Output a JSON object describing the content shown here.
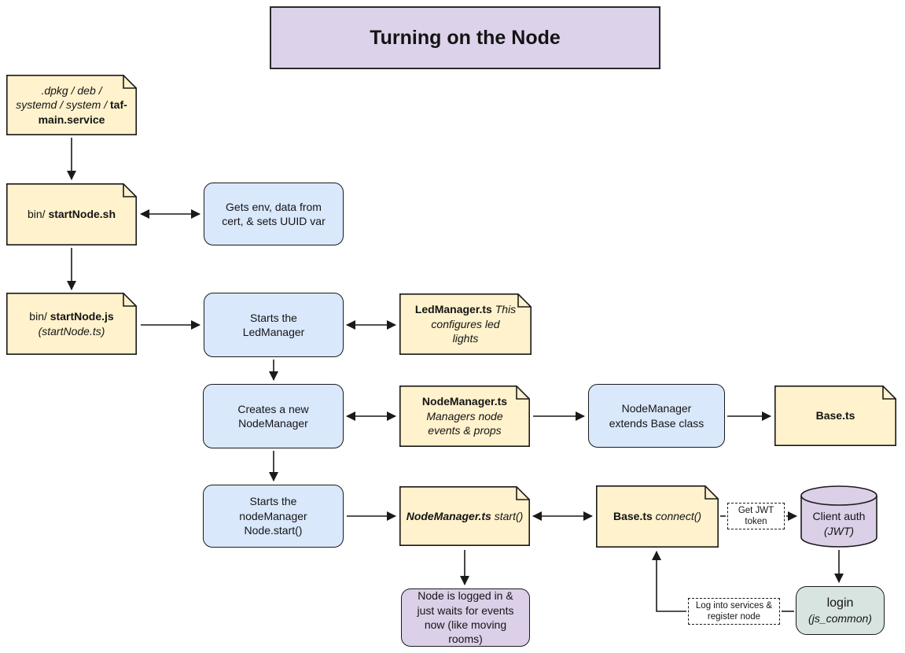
{
  "title": "Turning on the Node",
  "colors": {
    "note_fill": "#FFF2CC",
    "process_fill": "#DAE8FC",
    "title_fill": "#DCD3EA",
    "purple_fill": "#DCD0E8",
    "login_fill": "#D8E4E0",
    "stroke": "#1A1A1A"
  },
  "nodes": {
    "dpkg_note": {
      "path": ".dpkg / deb /\nsystemd / system /",
      "file": "taf-main.service"
    },
    "startnode_sh_note": {
      "dir": "bin/",
      "file": "startNode.sh"
    },
    "gets_env": {
      "text": "Gets env, data from\ncert, & sets UUID var"
    },
    "startnode_js_note": {
      "dir": "bin/",
      "file": "startNode.js",
      "alt": "(startNode.ts)"
    },
    "starts_ledmanager": {
      "text": "Starts the\nLedManager"
    },
    "ledmanager_note": {
      "file": "LedManager.ts",
      "desc": "This configures led\nlights"
    },
    "creates_nodemanager": {
      "text": "Creates a new\nNodeManager"
    },
    "nodemanager_note": {
      "file": "NodeManager.ts",
      "desc": "Managers node\nevents & props"
    },
    "nodemanager_extends": {
      "text": "NodeManager\nextends Base class"
    },
    "base_note": {
      "file": "Base.ts"
    },
    "starts_nodemanager": {
      "text": "Starts the\nnodeManager\nNode.start()"
    },
    "nodemanager_start_note": {
      "file": "NodeManager.ts",
      "fn": "start()"
    },
    "base_connect_note": {
      "file": "Base.ts",
      "fn": "connect()"
    },
    "get_jwt_label": {
      "text": "Get JWT\ntoken"
    },
    "client_auth_db": {
      "name": "Client auth",
      "alt": "(JWT)"
    },
    "node_logged_in": {
      "text": "Node is logged in &\njust waits for events\nnow (like moving\nrooms)"
    },
    "log_into_label": {
      "text": "Log into services &\nregister node"
    },
    "login": {
      "name": "login",
      "alt": "(js_common)"
    }
  }
}
